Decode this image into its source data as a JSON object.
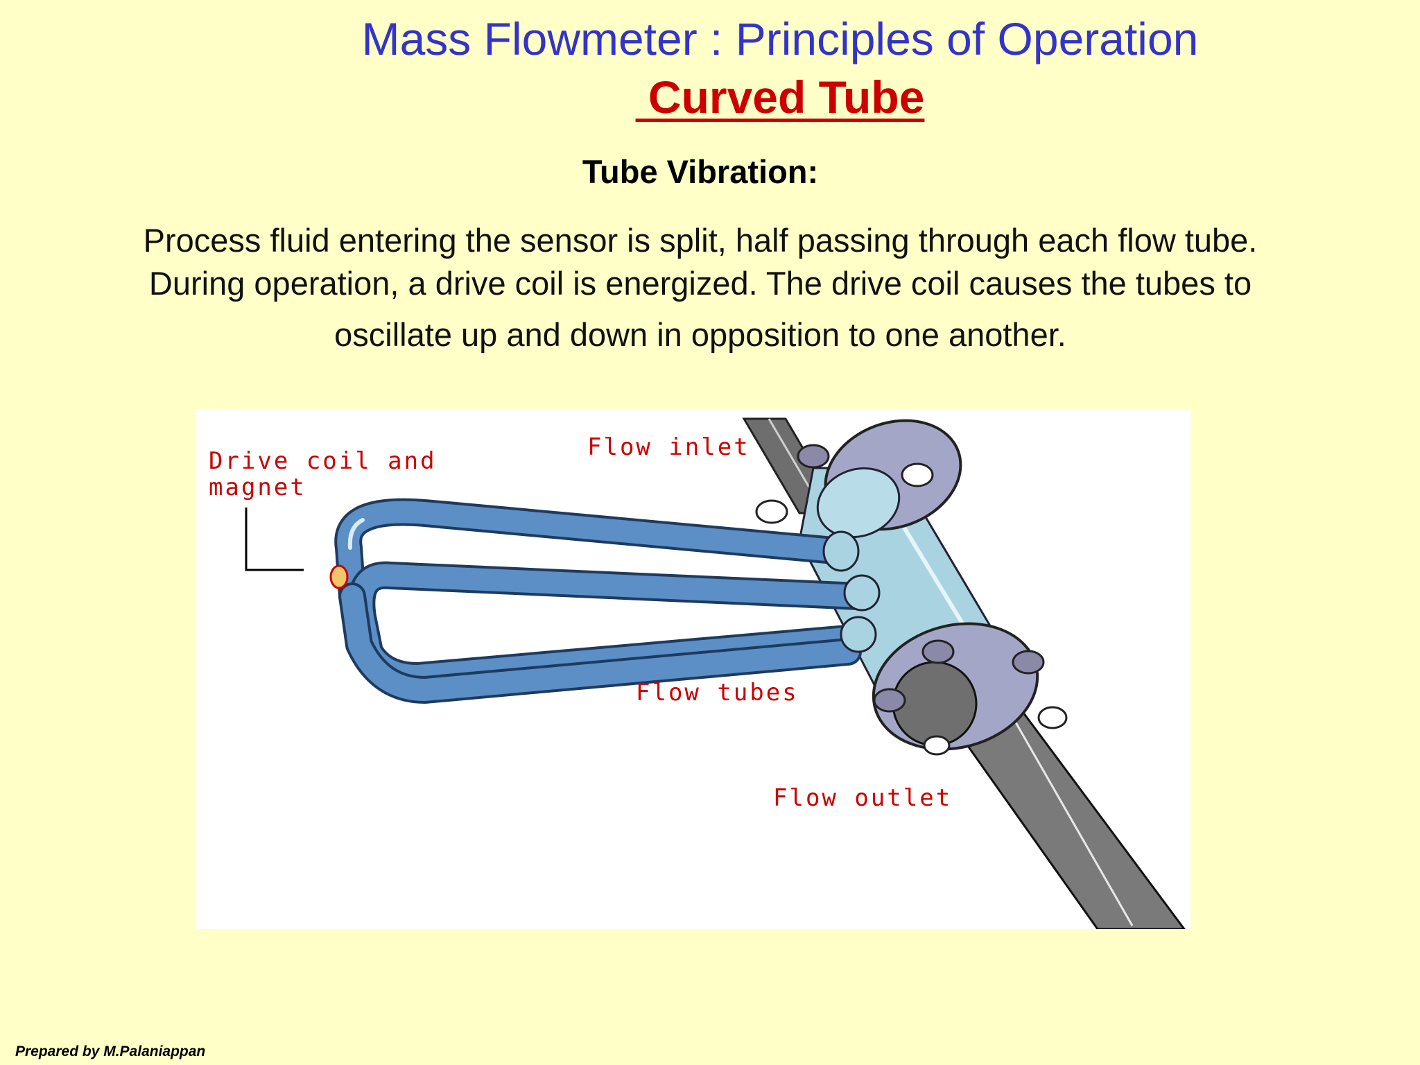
{
  "slide": {
    "title": "Mass Flowmeter : Principles of Operation",
    "subtitle": " Curved Tube",
    "section_heading": "Tube Vibration:",
    "body_lines": [
      "Process fluid entering the sensor is split, half passing through each flow tube.",
      "During operation, a drive coil is energized. The drive coil causes the tubes to",
      "oscillate up and down in opposition to one another."
    ],
    "footer": "Prepared by M.Palaniappan"
  },
  "figure": {
    "labels": {
      "drive_coil_line1": "Drive coil and",
      "drive_coil_line2": "magnet",
      "flow_inlet": "Flow inlet",
      "flow_tubes": "Flow tubes",
      "flow_outlet": "Flow outlet"
    }
  },
  "colors": {
    "background": "#ffffc8",
    "title": "#3333cc",
    "subtitle": "#cc0000",
    "figure_label": "#cc0000",
    "tube": "#5b8fc5",
    "manifold": "#a9d3e0",
    "flange": "#a4a6c8",
    "pipe": "#707070"
  }
}
